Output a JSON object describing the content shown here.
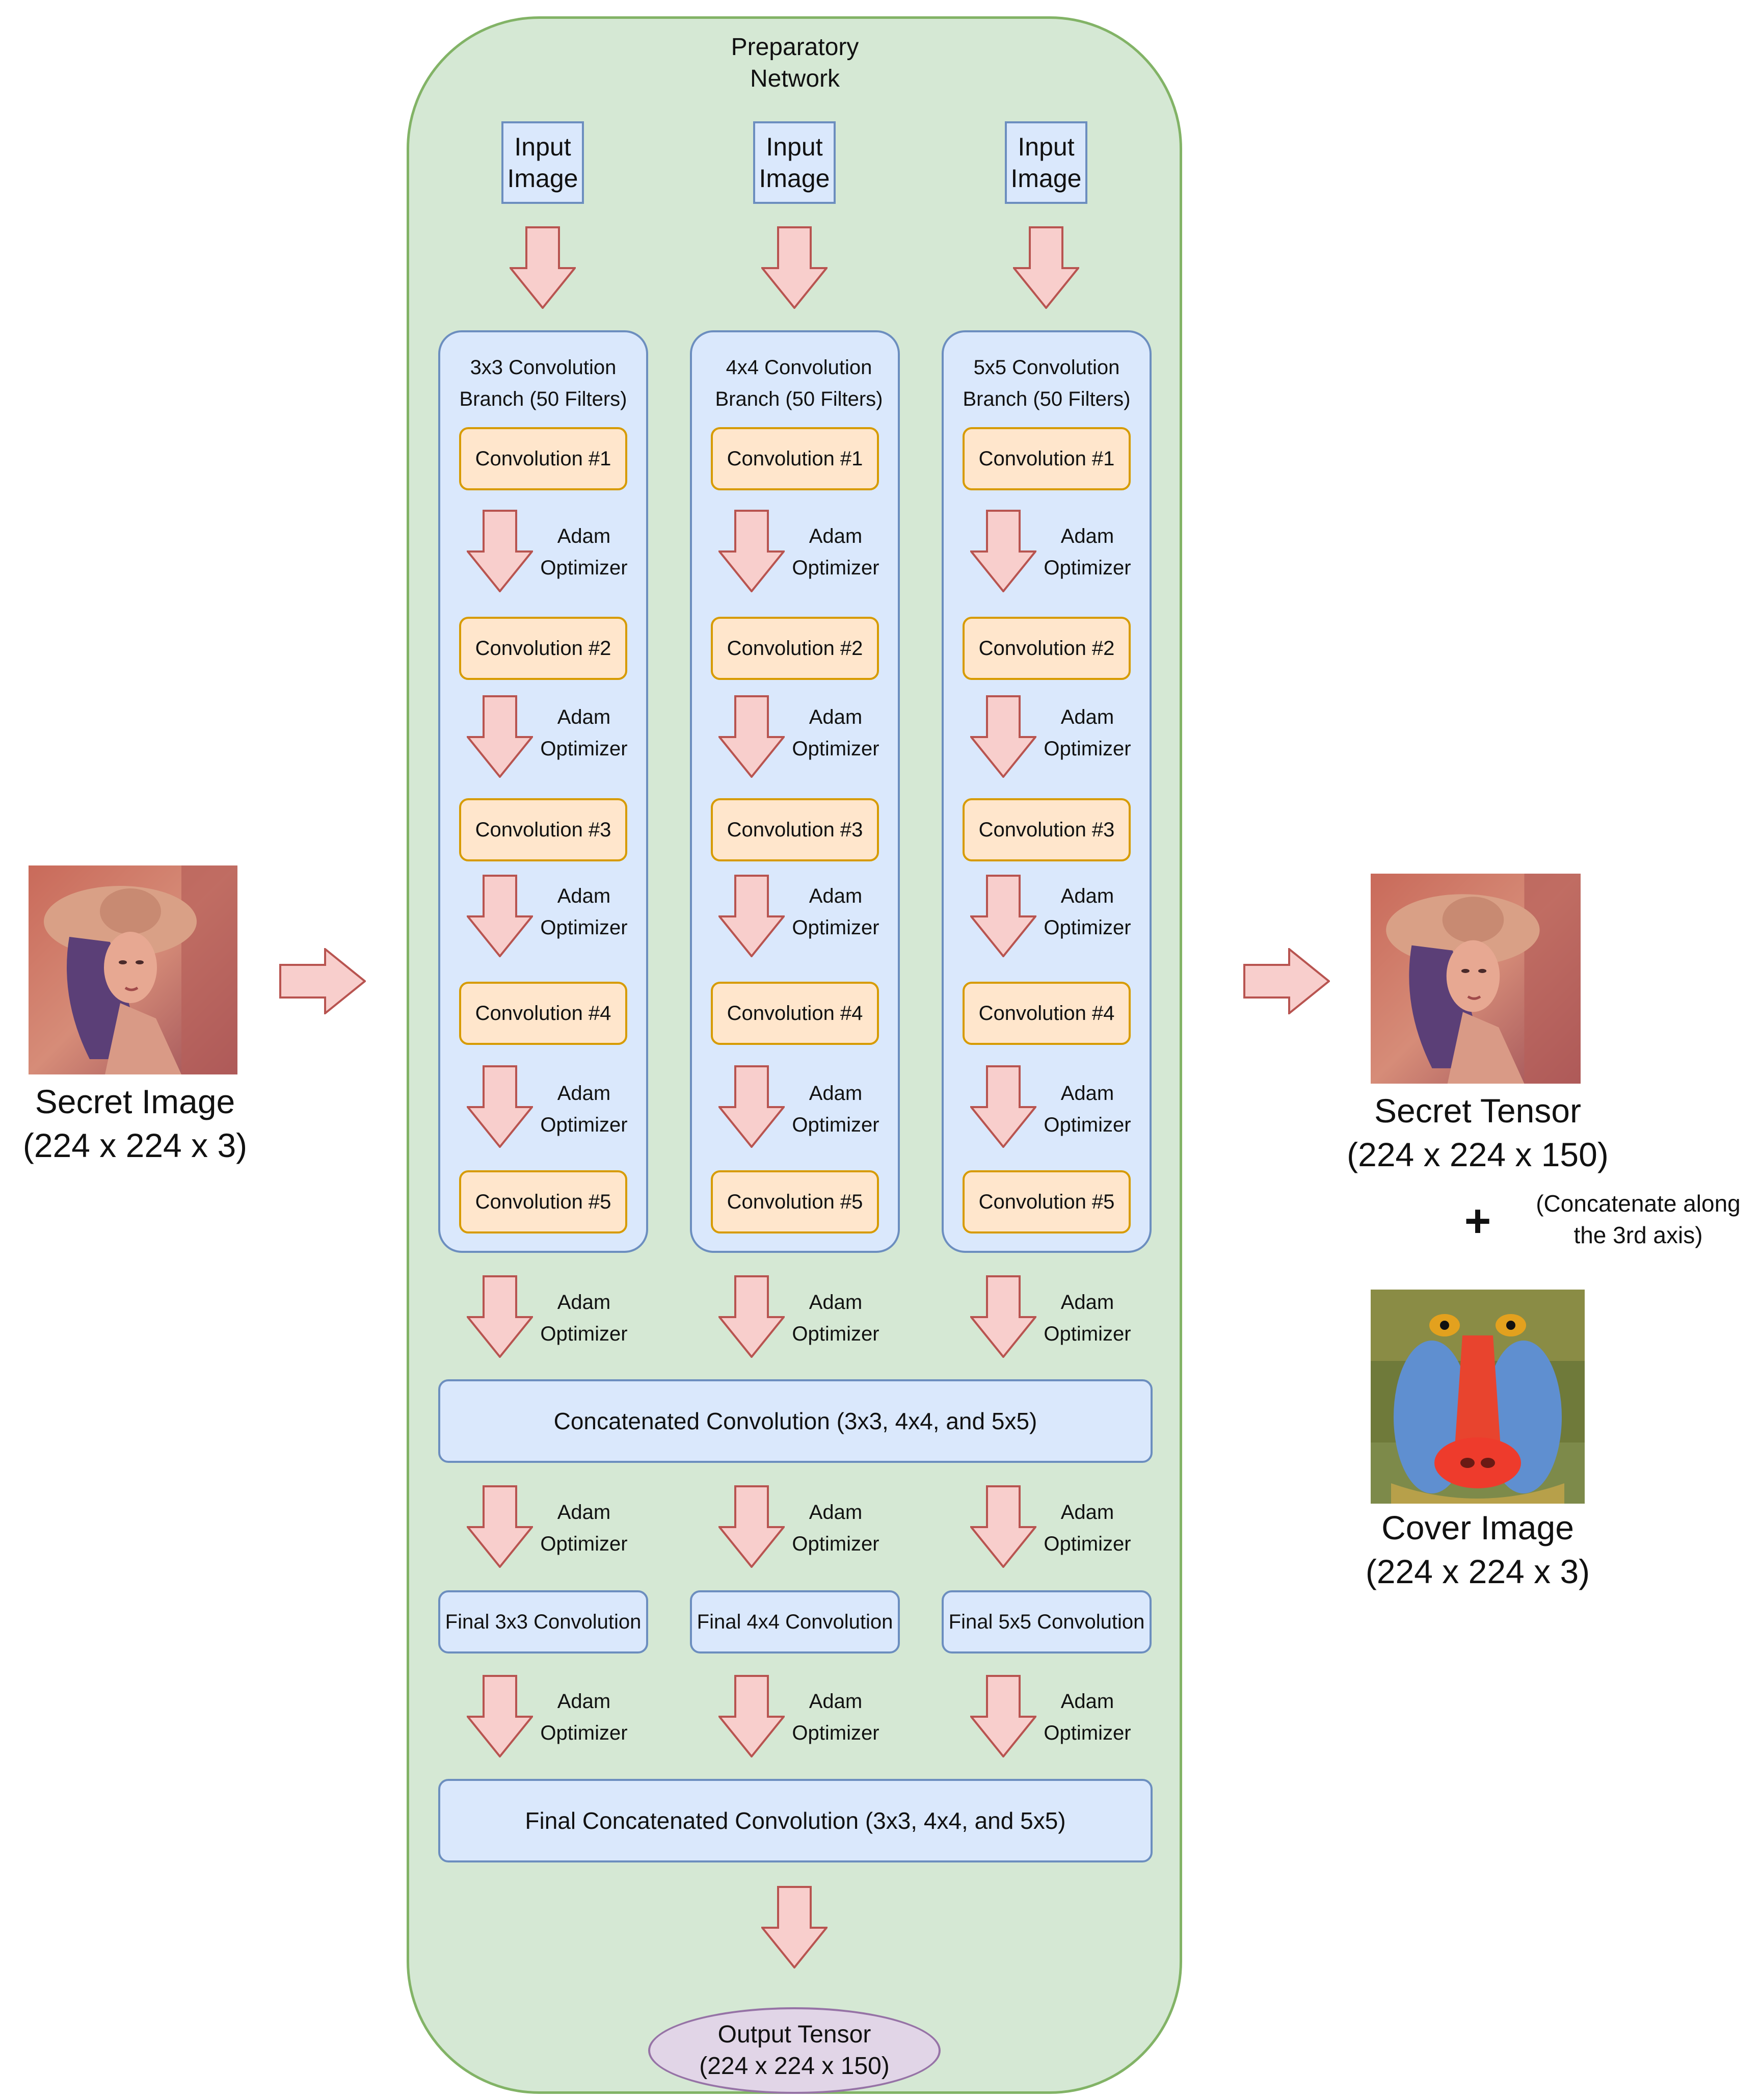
{
  "prep_title": "Preparatory\nNetwork",
  "input_label": "Input\nImage",
  "optimizer_label": "Adam\nOptimizer",
  "branches": [
    {
      "title": "3x3 Convolution\nBranch (50 Filters)",
      "final": "Final 3x3 Convolution"
    },
    {
      "title": "4x4 Convolution\nBranch (50 Filters)",
      "final": "Final 4x4 Convolution"
    },
    {
      "title": "5x5 Convolution\nBranch (50 Filters)",
      "final": "Final 5x5 Convolution"
    }
  ],
  "conv_labels": [
    "Convolution #1",
    "Convolution #2",
    "Convolution #3",
    "Convolution #4",
    "Convolution #5"
  ],
  "concat_label": "Concatenated Convolution (3x3, 4x4, and 5x5)",
  "final_concat_label": "Final Concatenated Convolution (3x3, 4x4, and 5x5)",
  "output_tensor": "Output Tensor\n(224 x 224 x 150)",
  "secret_image": "Secret Image\n(224 x 224 x 3)",
  "secret_tensor": "Secret Tensor\n(224 x 224 x 150)",
  "plus_sign": "+",
  "concat_note": "(Concatenate along\nthe 3rd axis)",
  "cover_image": "Cover Image\n(224 x 224 x 3)",
  "colors": {
    "green_fill": "#d5e8d4",
    "green_border": "#82b366",
    "blue_fill": "#dae8fc",
    "blue_border": "#6c8ebf",
    "orange_fill": "#ffe6cc",
    "orange_border": "#d79b00",
    "purple_fill": "#e1d5e7",
    "purple_border": "#9673a6",
    "arrow_fill": "#f8cecc",
    "arrow_border": "#b85450"
  }
}
